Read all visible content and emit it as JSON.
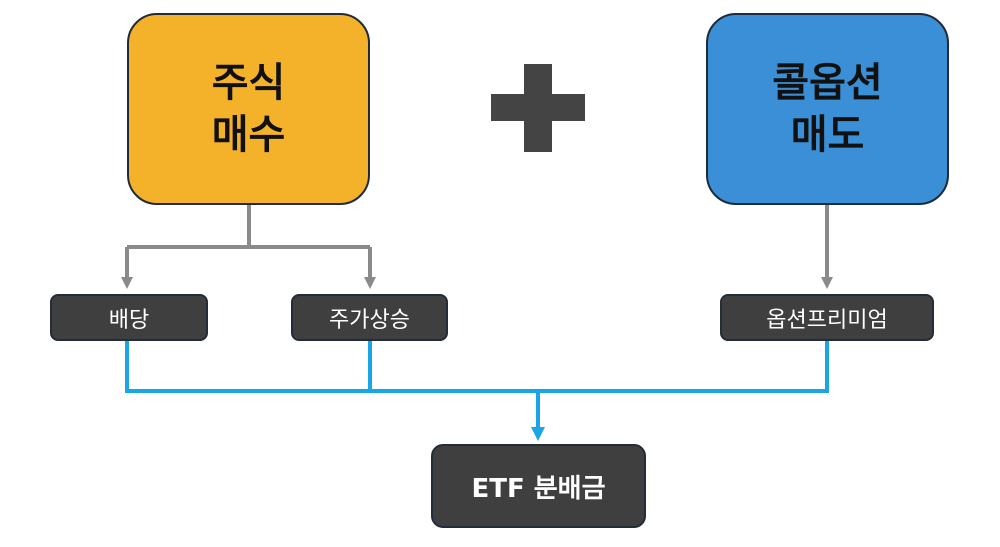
{
  "boxes": {
    "stock_buy": {
      "line1": "주식",
      "line2": "매수",
      "color": "#f4b22b"
    },
    "call_sell": {
      "line1": "콜옵션",
      "line2": "매도",
      "color": "#3a8fd6"
    },
    "dividend": "배당",
    "price_rise": "주가상승",
    "option_premium": "옵션프리미엄",
    "etf_distribution": "ETF 분배금"
  },
  "colors": {
    "plus": "#444444",
    "gray_arrow": "#8a8a8a",
    "blue_line": "#1aa5e6",
    "dark_box": "#3f3f3f"
  },
  "icons": {
    "plus": "plus-icon"
  }
}
